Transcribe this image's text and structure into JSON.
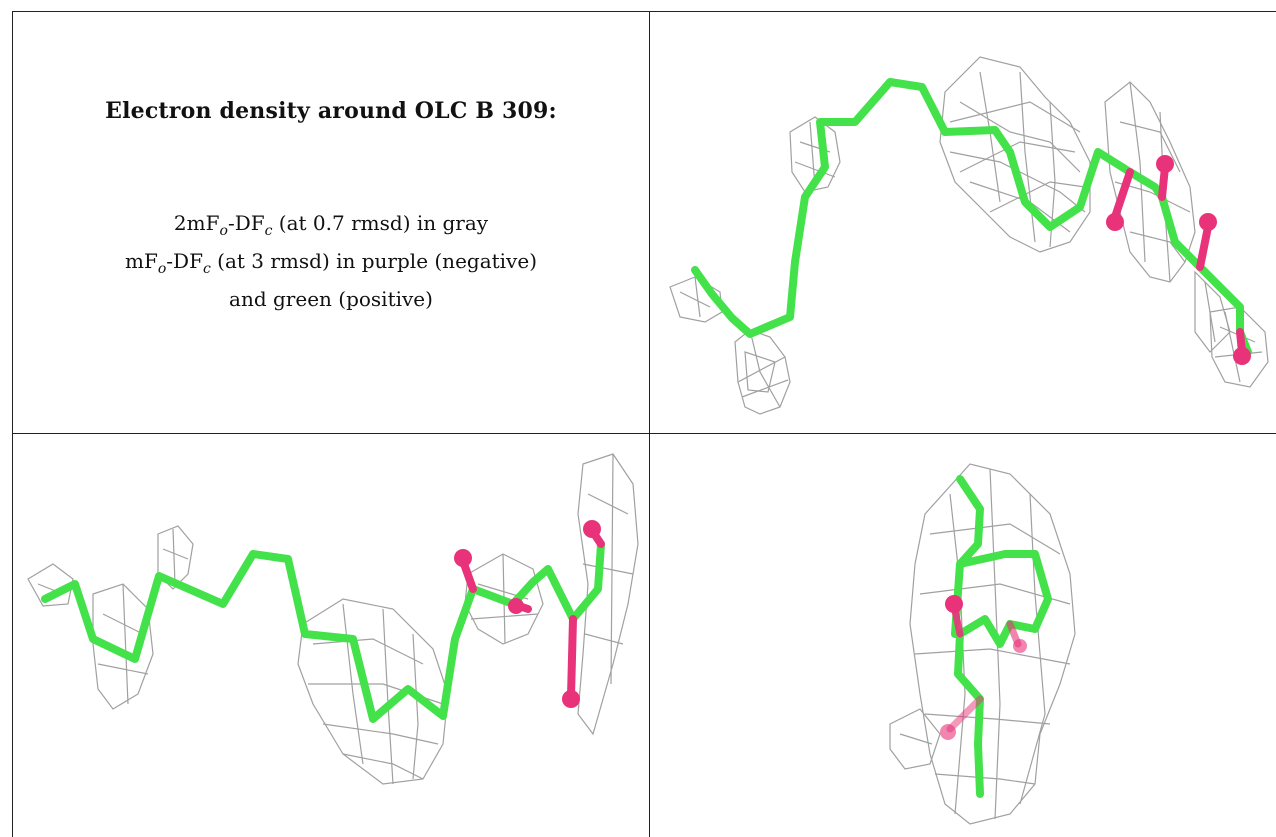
{
  "caption": {
    "title": "Electron density around OLC B 309:",
    "line1": {
      "pre": "2mF",
      "sub1": "o",
      "mid": "-DF",
      "sub2": "c",
      "post": " (at 0.7 rmsd) in gray"
    },
    "line2": {
      "pre": "mF",
      "sub1": "o",
      "mid": "-DF",
      "sub2": "c",
      "post": " (at 3 rmsd) in purple (negative)"
    },
    "line3": "and green (positive)"
  },
  "panels": [
    {
      "name": "view-1",
      "description": ""
    },
    {
      "name": "view-2",
      "description": ""
    },
    {
      "name": "view-3",
      "description": ""
    }
  ],
  "colors": {
    "carbon": "#44e24a",
    "oxygen": "#e8337a",
    "mesh": "#9a9a9a",
    "grid": "#222222"
  }
}
